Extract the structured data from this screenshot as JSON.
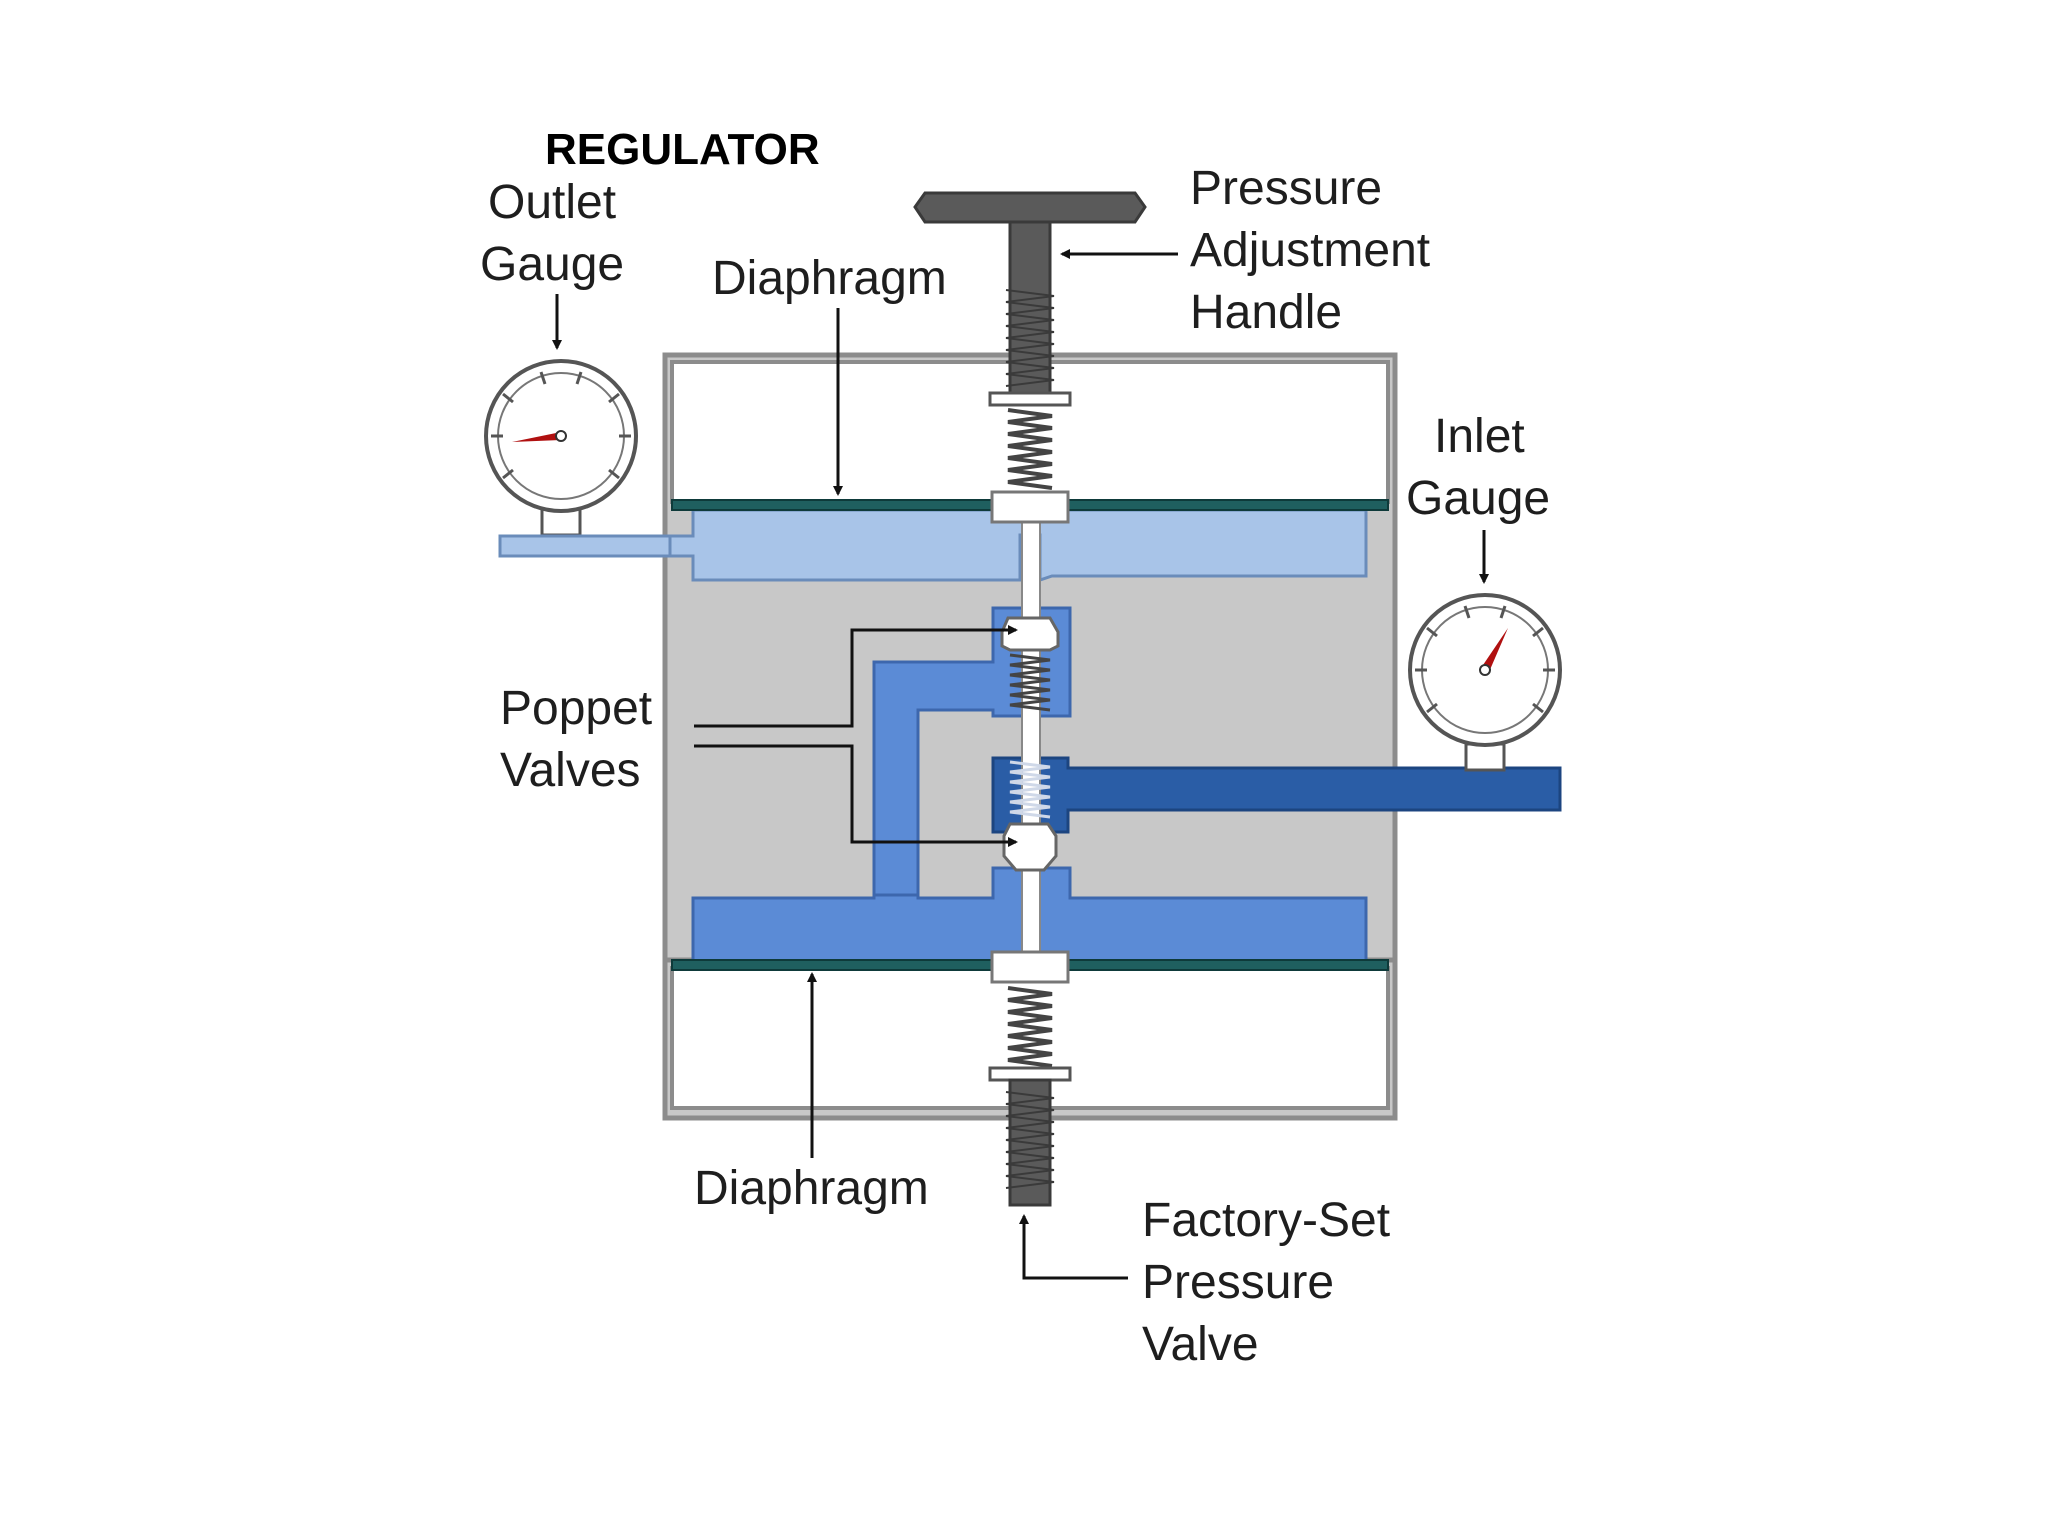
{
  "title": "REGULATOR",
  "labels": {
    "outlet_gauge": [
      "Outlet",
      "Gauge"
    ],
    "top_diaphragm": "Diaphragm",
    "pressure_adjustment_handle": [
      "Pressure",
      "Adjustment",
      "Handle"
    ],
    "inlet_gauge": [
      "Inlet",
      "Gauge"
    ],
    "poppet_valves": [
      "Poppet",
      "Valves"
    ],
    "bottom_diaphragm": "Diaphragm",
    "factory_set_pressure_valve": [
      "Factory-Set",
      "Pressure",
      "Valve"
    ]
  },
  "colors": {
    "housing_gray": "#c8c8c8",
    "outline_gray": "#8c8c8c",
    "outlet_chamber_light_blue": "#a8c4e8",
    "mid_channel_blue": "#5b8bd6",
    "inlet_channel_dark_blue": "#2a5da6",
    "diaphragm_teal": "#1f5f5f",
    "handle_dark_gray": "#5a5a5a",
    "needle_red": "#b01010"
  },
  "icons": [
    "outlet-gauge-icon",
    "inlet-gauge-icon",
    "spring-icon",
    "poppet-valve-icon",
    "adjustment-handle-icon"
  ]
}
